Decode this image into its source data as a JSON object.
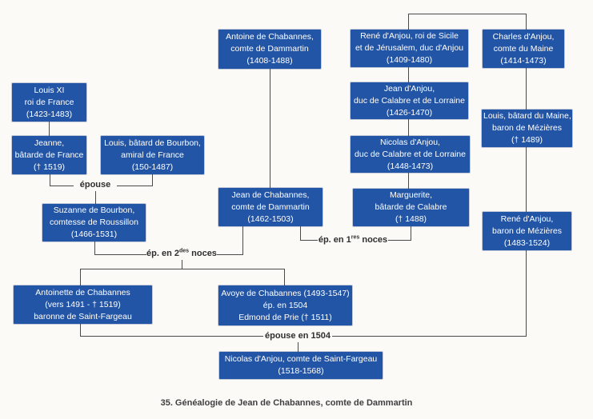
{
  "page": {
    "background": "#fbfaf7",
    "caption": "35. Généalogie de Jean de Chabannes, comte de Dammartin"
  },
  "colors": {
    "box_background": "#2355a6",
    "box_text": "#ffffff",
    "connector_line": "#4a4a4a",
    "label_text": "#2e2e2e"
  },
  "boxes": [
    {
      "id": "louis-xi",
      "lines": [
        "Louis XI",
        "roi de France",
        "(1423-1483)"
      ]
    },
    {
      "id": "jeanne-batarde-france",
      "lines": [
        "Jeanne,",
        "bâtarde de France",
        "(† 1519)"
      ]
    },
    {
      "id": "louis-batard-bourbon",
      "lines": [
        "Louis, bâtard de Bourbon,",
        "amiral de France",
        "(150-1487)"
      ]
    },
    {
      "id": "suzanne-bourbon",
      "lines": [
        "Suzanne de Bourbon,",
        "comtesse de Roussillon",
        "(1466-1531)"
      ]
    },
    {
      "id": "antoinette-chabannes",
      "lines": [
        "Antoinette de Chabannes",
        "(vers 1491 - † 1519)",
        "baronne de Saint-Fargeau"
      ]
    },
    {
      "id": "antoine-chabannes",
      "lines": [
        "Antoine de Chabannes,",
        "comte de Dammartin",
        "(1408-1488)"
      ]
    },
    {
      "id": "jean-chabannes",
      "lines": [
        "Jean de Chabannes,",
        "comte de Dammartin",
        "(1462-1503)"
      ]
    },
    {
      "id": "avoye-chabannes",
      "lines": [
        "Avoye de Chabannes (1493-1547)",
        "ép. en 1504",
        "Edmond de Prie († 1511)"
      ]
    },
    {
      "id": "nicolas-anjou-saint-fargeau",
      "lines": [
        "Nicolas d'Anjou, comte de Saint-Fargeau",
        "(1518-1568)"
      ]
    },
    {
      "id": "rene-anjou-sicile",
      "lines": [
        "René d'Anjou, roi de Sicile",
        "et de Jérusalem, duc d'Anjou",
        "(1409-1480)"
      ]
    },
    {
      "id": "jean-anjou-calabre",
      "lines": [
        "Jean d'Anjou,",
        "duc de Calabre et de Lorraine",
        "(1426-1470)"
      ]
    },
    {
      "id": "nicolas-anjou-calabre",
      "lines": [
        "Nicolas d'Anjou,",
        "duc de Calabre et de Lorraine",
        "(1448-1473)"
      ]
    },
    {
      "id": "marguerite-calabre",
      "lines": [
        "Marguerite,",
        "bâtarde de Calabre",
        "(† 1488)"
      ]
    },
    {
      "id": "charles-anjou-maine",
      "lines": [
        "Charles d'Anjou,",
        "comte du Maine",
        "(1414-1473)"
      ]
    },
    {
      "id": "louis-batard-maine",
      "lines": [
        "Louis, bâtard du Maine,",
        "baron de Mézières",
        "(† 1489)"
      ]
    },
    {
      "id": "rene-anjou-mezieres",
      "lines": [
        "René d'Anjou,",
        "baron de Mézières",
        "(1483-1524)"
      ]
    }
  ],
  "labels": {
    "epouse": {
      "text": "épouse"
    },
    "ep_2des_noces": {
      "prefix": "ép. en 2",
      "sup": "des",
      "suffix": " noces"
    },
    "ep_1res_noces": {
      "prefix": "ép. en 1",
      "sup": "res",
      "suffix": " noces"
    },
    "epouse_1504": {
      "text": "épouse en 1504"
    }
  }
}
